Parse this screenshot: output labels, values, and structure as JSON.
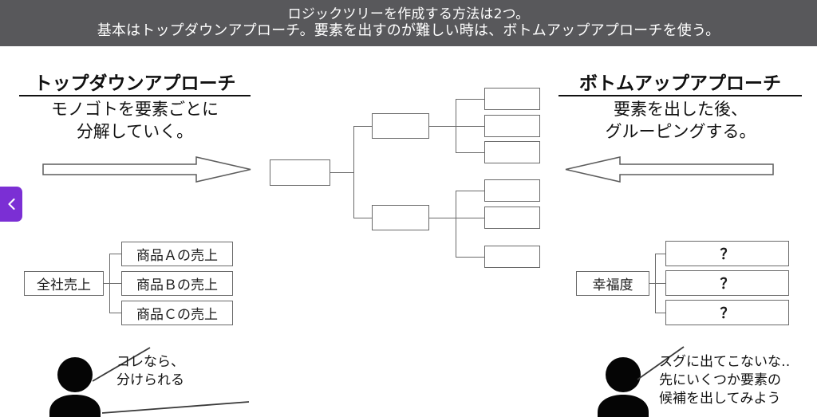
{
  "header": {
    "line1": "ロジックツリーを作成する方法は2つ。",
    "line2": "基本はトップダウンアプローチ。要素を出すのが難しい時は、ボトムアップアプローチを使う。",
    "background": "#58585b",
    "text_color": "#ffffff"
  },
  "side_tab": {
    "icon": "chevron-left-icon",
    "color": "#7b2fd4",
    "label": "<"
  },
  "left_section": {
    "title": "トップダウンアプローチ",
    "subtitle_line1": "モノゴトを要素ごとに",
    "subtitle_line2": "分解していく。",
    "arrow_direction": "right"
  },
  "right_section": {
    "title": "ボトムアップアプローチ",
    "subtitle_line1": "要素を出した後、",
    "subtitle_line2": "グルーピングする。",
    "arrow_direction": "left"
  },
  "tree": {
    "root_label": "",
    "branches": [
      {
        "label": "",
        "leaves": [
          "",
          "",
          ""
        ]
      },
      {
        "label": "",
        "leaves": [
          "",
          "",
          ""
        ]
      }
    ]
  },
  "example_left": {
    "root": "全社売上",
    "children": [
      "商品Ａの売上",
      "商品Ｂの売上",
      "商品Ｃの売上"
    ]
  },
  "example_right": {
    "root": "幸福度",
    "children": [
      "？",
      "？",
      "？"
    ]
  },
  "person_left": {
    "icon": "person-icon",
    "speech_line1": "コレなら、",
    "speech_line2": "分けられる"
  },
  "person_right": {
    "icon": "person-icon",
    "speech_line1": "スグに出てこないな‥",
    "speech_line2": "先にいくつか要素の",
    "speech_line3": "候補を出してみよう"
  }
}
